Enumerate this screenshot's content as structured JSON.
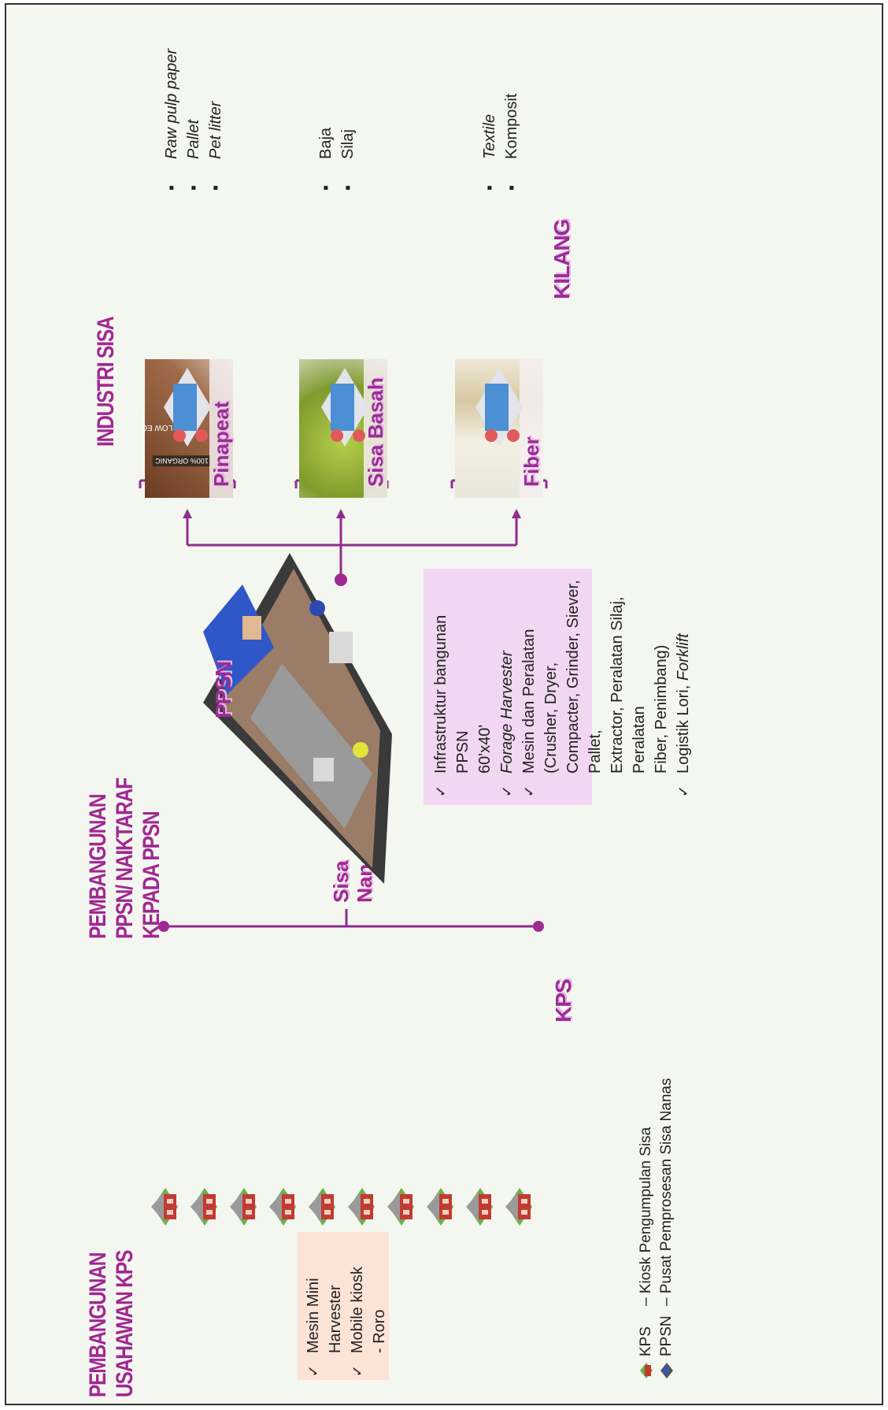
{
  "headings": {
    "kps": [
      "PEMBANGUNAN",
      "USAHAWAN KPS"
    ],
    "ppsn": [
      "PEMBANGUNAN",
      "PPSN/ NAIKTARAF",
      "KEPADA PPSN"
    ],
    "industri": "INDUSTRI SISA"
  },
  "kps_box": [
    {
      "line1": "Mesin Mini",
      "line2": "Harvester"
    },
    {
      "line1": "Mobile kiosk",
      "line2": "- Roro"
    }
  ],
  "labels": {
    "kps": "KPS",
    "ppsn": "PPSN",
    "sisa_nanas": [
      "Sisa",
      "Nanas"
    ],
    "kilang": "KILANG"
  },
  "ppsn_box": [
    {
      "lines": [
        "Infrastruktur bangunan PPSN",
        "60'x40'"
      ]
    },
    {
      "lines": [
        "Forage Harvester"
      ],
      "italic": true
    },
    {
      "lines": [
        "Mesin dan Peralatan (Crusher, Dryer,",
        "Compacter, Grinder, Siever, Pallet,",
        "Extractor, Peralatan Silaj, Peralatan",
        "Fiber, Penimbang)"
      ]
    },
    {
      "pre": "Logistik Lori, ",
      "italic_part": "Forklift"
    }
  ],
  "products": [
    {
      "label": "Pinapeat",
      "badges": [
        "100% ORGANIC",
        "LOW EC"
      ],
      "outputs": [
        "Raw pulp paper",
        "Pallet",
        "Pet litter"
      ],
      "italic": true
    },
    {
      "label": "Sisa Basah",
      "outputs": [
        "Baja",
        "Silaj"
      ],
      "italic": false
    },
    {
      "label": "Fiber",
      "outputs": [
        "Textile",
        "Komposit"
      ],
      "italic_first": true
    }
  ],
  "legend": [
    {
      "abbr": "KPS",
      "desc": "– Kiosk Pengumpulan Sisa",
      "icon": "house-icon"
    },
    {
      "abbr": "PPSN",
      "desc": "– Pusat Pemprosesan Sisa Nanas",
      "icon": "factory-icon"
    }
  ],
  "colors": {
    "accent": "#a02892",
    "peach": "#fbe3d6",
    "lavender": "#f1d7f1",
    "bracket": "#8e2d8f"
  }
}
